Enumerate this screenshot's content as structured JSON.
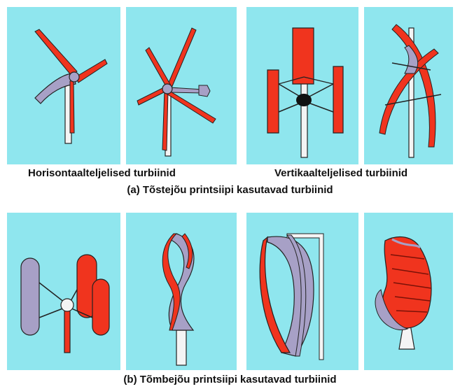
{
  "captions": {
    "horizontal": "Horisontaalteljelised turbiinid",
    "vertical": "Vertikaalteljelised turbiinid",
    "lift": "(a) Tõstejõu printsiipi kasutavad turbiinid",
    "drag": "(b) Tõmbejõu printsiipi kasutavad turbiinid"
  },
  "colors": {
    "background": "#8fe6ee",
    "blade": "#f0341e",
    "body": "#a7a0c6",
    "tower": "#f4f4f4",
    "outline": "#222222"
  },
  "panels": [
    {
      "row": "a",
      "icon": "horizontal-3-blade-turbine-icon"
    },
    {
      "row": "a",
      "icon": "horizontal-multi-blade-turbine-icon"
    },
    {
      "row": "a",
      "icon": "vertical-h-rotor-turbine-icon"
    },
    {
      "row": "a",
      "icon": "vertical-helical-darrieus-turbine-icon"
    },
    {
      "row": "b",
      "icon": "savonius-cup-turbine-icon"
    },
    {
      "row": "b",
      "icon": "twisted-savonius-turbine-icon"
    },
    {
      "row": "b",
      "icon": "vertical-scoop-turbine-icon"
    },
    {
      "row": "b",
      "icon": "helical-sail-turbine-icon"
    }
  ]
}
